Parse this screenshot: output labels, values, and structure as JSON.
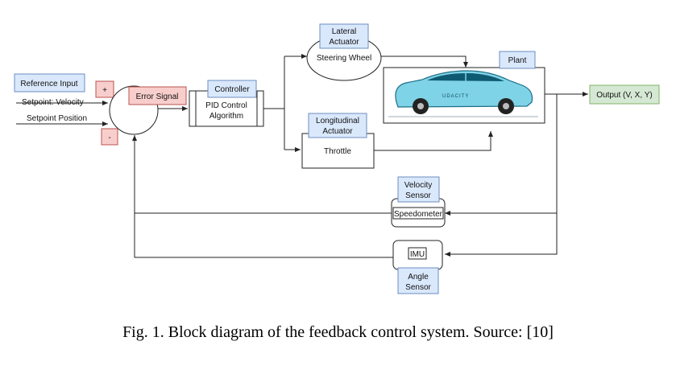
{
  "labels": {
    "reference_input": "Reference Input",
    "setpoint_velocity": "Setpoint: Velocity",
    "setpoint_position": "Setpoint Position",
    "plus": "+",
    "minus": "-",
    "error_signal": "Error Signal",
    "controller": "Controller",
    "pid_line1": "PID Control",
    "pid_line2": "Algorithm",
    "lateral_line1": "Lateral",
    "lateral_line2": "Actuator",
    "steering_wheel": "Steering Wheel",
    "longitudinal_line1": "Longitudinal",
    "longitudinal_line2": "Actuator",
    "throttle": "Throttle",
    "plant": "Plant",
    "car_brand": "UDACITY",
    "output": "Output (V, X, Y)",
    "velocity_sensor_line1": "Velocity",
    "velocity_sensor_line2": "Sensor",
    "speedometer": "Speedometer",
    "imu": "IMU",
    "angle_sensor_line1": "Angle",
    "angle_sensor_line2": "Sensor"
  },
  "caption": "Fig. 1.  Block diagram of the feedback control system.  Source: [10]",
  "colors": {
    "label_blue": "#dae8fc",
    "label_red": "#f8cecc",
    "label_green": "#d5e8d4",
    "car_body": "#7fd3e6"
  }
}
